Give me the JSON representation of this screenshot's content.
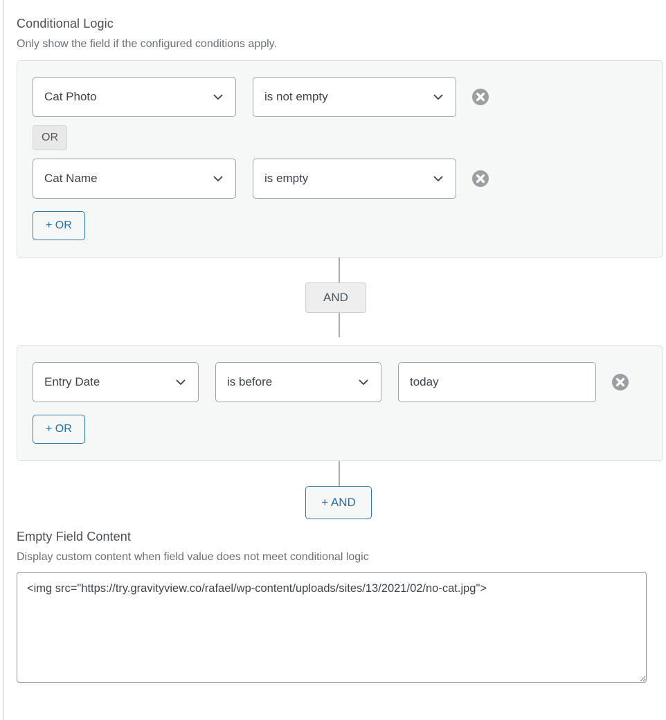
{
  "conditional_logic": {
    "title": "Conditional Logic",
    "description": "Only show the field if the configured conditions apply.",
    "groups": [
      {
        "rows": [
          {
            "field": "Cat Photo",
            "operator": "is not empty",
            "value": null,
            "delete_label": "Delete condition"
          },
          {
            "field": "Cat Name",
            "operator": "is empty",
            "value": null,
            "delete_label": "Delete condition"
          }
        ],
        "or_badge": "OR",
        "add_or_label": "+ OR"
      },
      {
        "rows": [
          {
            "field": "Entry Date",
            "operator": "is before",
            "value": "today",
            "value_placeholder": "",
            "delete_label": "Delete condition"
          }
        ],
        "add_or_label": "+ OR"
      }
    ],
    "and_badge": "AND",
    "add_and_label": "+ AND"
  },
  "empty_field_content": {
    "title": "Empty Field Content",
    "description": "Display custom content when field value does not meet conditional logic",
    "value": "<img src=\"https://try.gravityview.co/rafael/wp-content/uploads/sites/13/2021/02/no-cat.jpg\">",
    "placeholder": ""
  },
  "colors": {
    "accent": "#2271a8",
    "group_background": "#f6f7f7",
    "group_border": "#dcdfe1",
    "badge_background": "#e8e8e8",
    "text": "#3c434a",
    "muted_text": "#6a7075",
    "delete_icon": "#949a9f",
    "connector_line": "#a7acb1"
  },
  "icons": {
    "chevron_down": "chevron-down-icon",
    "delete_circle": "delete-circle-icon",
    "resize_grip": "resize-grip-icon"
  }
}
